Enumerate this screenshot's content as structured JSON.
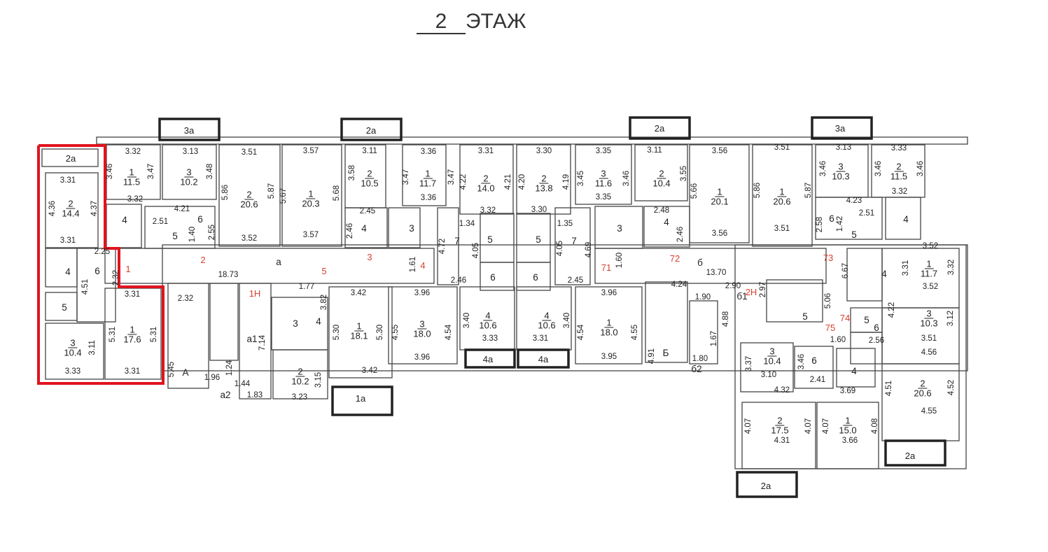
{
  "title": {
    "floor_number": "2",
    "label": "ЭТАЖ"
  },
  "selection_color": "#e0141e",
  "rooms": [
    {
      "n": "2",
      "area": "14.4"
    },
    {
      "n": "3",
      "area": "10.4"
    },
    {
      "n": "1",
      "area": "17.6"
    },
    {
      "n": "1",
      "area": "11.5"
    },
    {
      "n": "3",
      "area": "10.2"
    },
    {
      "n": "2",
      "area": "20.6"
    },
    {
      "n": "1",
      "area": "20.3"
    },
    {
      "n": "2",
      "area": "10.5"
    },
    {
      "n": "1",
      "area": "11.7"
    },
    {
      "n": "2",
      "area": "14.0"
    },
    {
      "n": "2",
      "area": "13.8"
    },
    {
      "n": "3",
      "area": "11.6"
    },
    {
      "n": "2",
      "area": "10.4"
    },
    {
      "n": "1",
      "area": "20.1"
    },
    {
      "n": "1",
      "area": "20.6"
    },
    {
      "n": "3",
      "area": "10.3"
    },
    {
      "n": "2",
      "area": "11.5"
    },
    {
      "n": "1",
      "area": "18.1"
    },
    {
      "n": "3",
      "area": "18.0"
    },
    {
      "n": "4",
      "area": "10.6"
    },
    {
      "n": "4",
      "area": "10.6"
    },
    {
      "n": "1",
      "area": "18.0"
    },
    {
      "n": "2",
      "area": "10.2"
    },
    {
      "n": "1",
      "area": "11.7"
    },
    {
      "n": "3",
      "area": "10.3"
    },
    {
      "n": "3",
      "area": "10.4"
    },
    {
      "n": "2",
      "area": "20.6"
    },
    {
      "n": "2",
      "area": "17.5"
    },
    {
      "n": "1",
      "area": "15.0"
    }
  ],
  "room_numbers": [
    "4",
    "6",
    "5",
    "4",
    "5",
    "6",
    "4",
    "3",
    "7",
    "5",
    "6",
    "5",
    "6",
    "7",
    "3",
    "4",
    "3",
    "4",
    "6",
    "5",
    "4",
    "4",
    "5",
    "6",
    "6",
    "4",
    "5"
  ],
  "zones": [
    "а",
    "б",
    "а1",
    "А",
    "Б",
    "б1",
    "б2",
    "а2"
  ],
  "markers": [
    "1",
    "2",
    "3",
    "5",
    "4",
    "71",
    "72",
    "73",
    "74",
    "75",
    "1Н",
    "2Н"
  ],
  "balconies": [
    "3а",
    "2а",
    "2а",
    "3а",
    "2а",
    "4а",
    "4а",
    "1а",
    "2а",
    "2а"
  ],
  "dimensions": [
    "3.31",
    "4.36",
    "4.37",
    "3.31",
    "2.25",
    "4.51",
    "2.32",
    "3.31",
    "5.31",
    "5.31",
    "3.11",
    "3.33",
    "3.31",
    "3.32",
    "3.46",
    "3.47",
    "3.32",
    "3.13",
    "3.48",
    "4.21",
    "2.51",
    "1.40",
    "2.55",
    "3.51",
    "5.86",
    "5.87",
    "3.52",
    "3.57",
    "5.67",
    "5.68",
    "3.57",
    "3.11",
    "3.58",
    "2.45",
    "2.46",
    "18.73",
    "2.32",
    "5.45",
    "1.96",
    "1.24",
    "1.44",
    "7.14",
    "1.83",
    "1.77",
    "3.82",
    "5.30",
    "5.30",
    "3.42",
    "3.42",
    "3.15",
    "3.23",
    "3.36",
    "3.47",
    "3.47",
    "3.36",
    "3.31",
    "4.22",
    "4.21",
    "3.32",
    "3.30",
    "4.20",
    "4.19",
    "3.30",
    "3.35",
    "3.45",
    "3.46",
    "3.35",
    "3.11",
    "3.55",
    "5.66",
    "3.56",
    "3.56",
    "1.34",
    "4.72",
    "4.05",
    "1.61",
    "2.46",
    "1.35",
    "4.05",
    "4.69",
    "2.45",
    "2.48",
    "2.46",
    "1.60",
    "13.70",
    "3.96",
    "4.55",
    "4.54",
    "3.96",
    "3.40",
    "3.33",
    "3.40",
    "3.31",
    "3.96",
    "4.54",
    "4.55",
    "3.95",
    "4.24",
    "1.90",
    "4.88",
    "4.91",
    "1.67",
    "1.80",
    "2.90",
    "3.51",
    "5.86",
    "5.87",
    "3.51",
    "3.13",
    "3.46",
    "3.33",
    "3.46",
    "3.46",
    "3.32",
    "4.23",
    "2.51",
    "2.58",
    "1.42",
    "3.52",
    "3.31",
    "3.32",
    "3.52",
    "6.67",
    "2.97",
    "5.06",
    "4.22",
    "3.12",
    "3.51",
    "1.60",
    "2.56",
    "3.37",
    "3.46",
    "3.10",
    "2.41",
    "4.56",
    "4.51",
    "4.52",
    "4.55",
    "4.32",
    "3.69",
    "4.07",
    "4.07",
    "4.07",
    "4.08",
    "4.31",
    "3.66"
  ]
}
